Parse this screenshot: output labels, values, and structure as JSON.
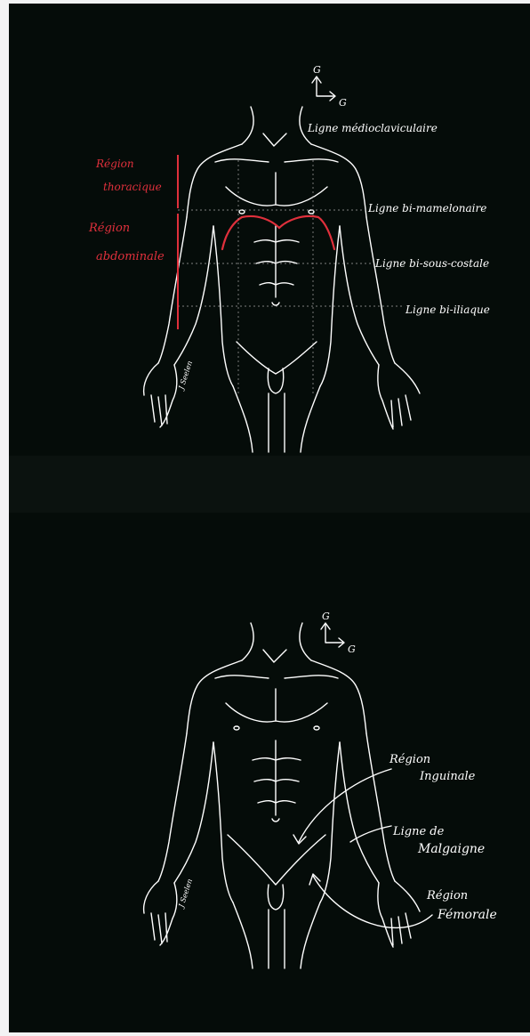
{
  "colors": {
    "background": "#050c09",
    "chalk": "#ffffff",
    "red_accent": "#e0303c"
  },
  "top": {
    "orientation": {
      "up": "G",
      "right": "G"
    },
    "labels": {
      "thoracic_1": "Région",
      "thoracic_2": "thoracique",
      "abdominal_1": "Région",
      "abdominal_2": "abdominale",
      "midclavicular": "Ligne médioclaviculaire",
      "bimamelon": "Ligne bi-mamelonaire",
      "subcostal": "Ligne bi-sous-costale",
      "biiliac": "Ligne bi-iliaque",
      "signature": "J Seelen"
    }
  },
  "bottom": {
    "orientation": {
      "up": "G",
      "right": "G"
    },
    "labels": {
      "inguinal_1": "Région",
      "inguinal_2": "Inguinale",
      "malgaigne_1": "Ligne de",
      "malgaigne_2": "Malgaigne",
      "femoral_1": "Région",
      "femoral_2": "Fémorale",
      "signature": "J Seelen"
    }
  }
}
